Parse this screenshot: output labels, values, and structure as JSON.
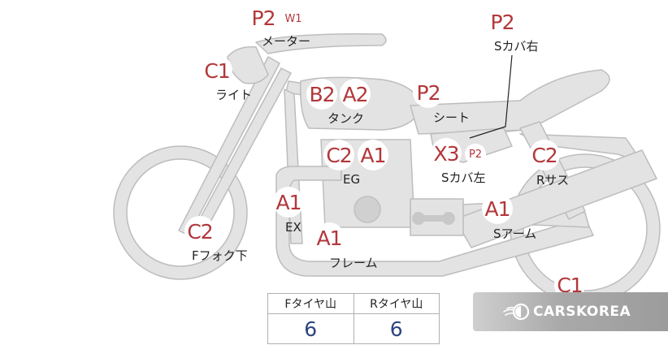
{
  "colors": {
    "bike_fill": "#e3e3e3",
    "bike_stroke": "#bdbdbd",
    "badge_text": "#b2373a",
    "value_text": "#2c4580"
  },
  "badges": [
    {
      "id": "meter-p2",
      "text": "P2"
    },
    {
      "id": "meter-w1",
      "text": "W1"
    },
    {
      "id": "light-c1",
      "text": "C1"
    },
    {
      "id": "tank-b2",
      "text": "B2"
    },
    {
      "id": "tank-a2",
      "text": "A2"
    },
    {
      "id": "seat-p2",
      "text": "P2"
    },
    {
      "id": "scover-right-p2",
      "text": "P2"
    },
    {
      "id": "eg-c2",
      "text": "C2"
    },
    {
      "id": "eg-a1",
      "text": "A1"
    },
    {
      "id": "scover-left-x3",
      "text": "X3"
    },
    {
      "id": "scover-left-p2",
      "text": "P2"
    },
    {
      "id": "rsus-c2",
      "text": "C2"
    },
    {
      "id": "ex-a1",
      "text": "A1"
    },
    {
      "id": "frame-a1",
      "text": "A1"
    },
    {
      "id": "swingarm-a1",
      "text": "A1"
    },
    {
      "id": "ffork-c2",
      "text": "C2"
    },
    {
      "id": "rear-c1",
      "text": "C1"
    }
  ],
  "labels": [
    {
      "id": "meter",
      "text": "メーター"
    },
    {
      "id": "light",
      "text": "ライト"
    },
    {
      "id": "tank",
      "text": "タンク"
    },
    {
      "id": "seat",
      "text": "シート"
    },
    {
      "id": "scover-right",
      "text": "Sカバ右"
    },
    {
      "id": "eg",
      "text": "EG"
    },
    {
      "id": "scover-left",
      "text": "Sカバ左"
    },
    {
      "id": "rsus",
      "text": "Rサス"
    },
    {
      "id": "ex",
      "text": "EX"
    },
    {
      "id": "frame",
      "text": "フレーム"
    },
    {
      "id": "swingarm",
      "text": "Sアーム"
    },
    {
      "id": "ffork",
      "text": "Fフォク下"
    }
  ],
  "tread": {
    "headers": [
      "Fタイヤ山",
      "Rタイヤ山"
    ],
    "values": [
      "6",
      "6"
    ]
  },
  "watermark": {
    "text": "CARSKOREA",
    "icon": "flame-disc-icon"
  }
}
